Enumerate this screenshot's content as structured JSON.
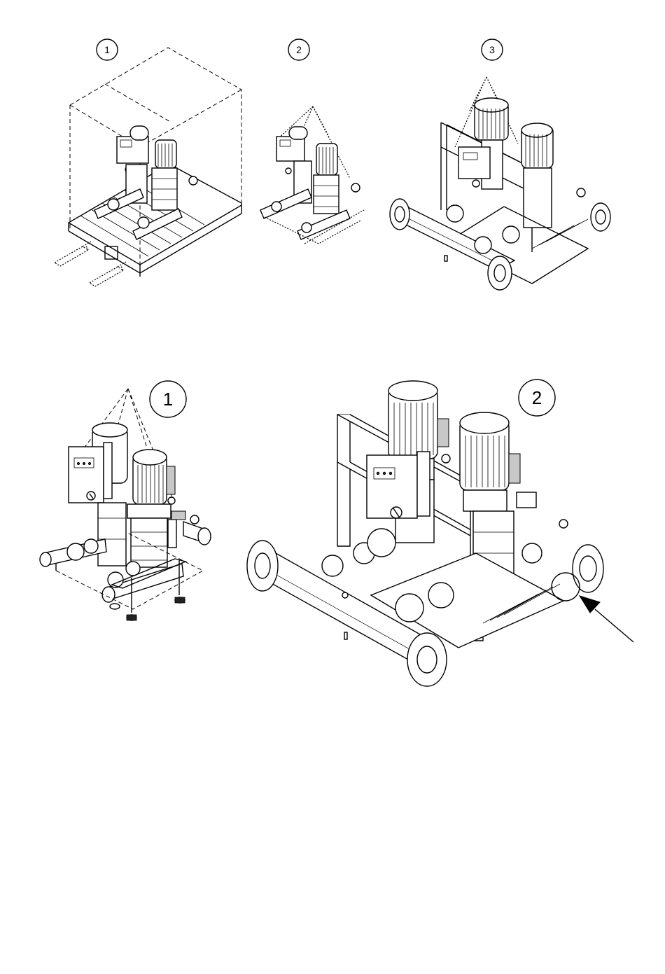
{
  "top_row": {
    "steps": [
      {
        "label": "1"
      },
      {
        "label": "2"
      },
      {
        "label": "3"
      }
    ]
  },
  "bottom_row": {
    "steps": [
      {
        "label": "1"
      },
      {
        "label": "2"
      }
    ]
  },
  "icons": {
    "marker": "numbered-circle",
    "pointer": "arrow-icon",
    "highlight": "detail-circle-icon"
  }
}
